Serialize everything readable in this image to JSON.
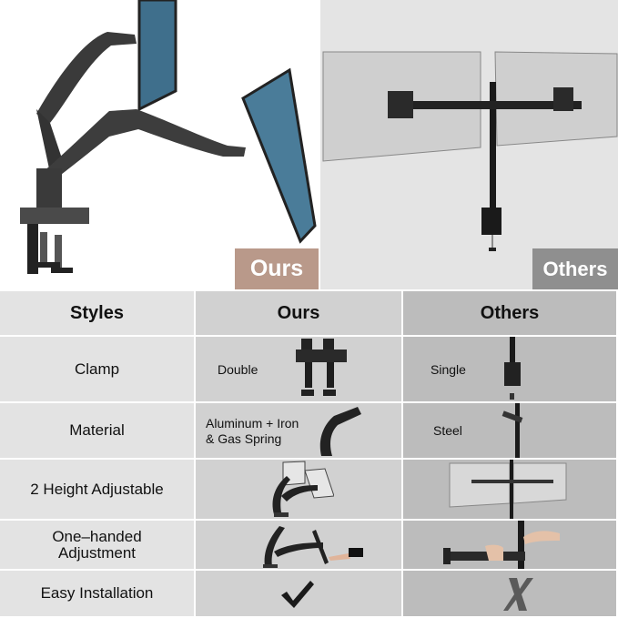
{
  "hero": {
    "ours_label": "Ours",
    "others_label": "Others",
    "ours_image": "dual-gas-spring-monitor-arm",
    "others_image": "dual-pole-monitor-mount"
  },
  "colors": {
    "ours_tag": "#b9998a",
    "others_tag": "#8f8f8f",
    "col_styles": "#e3e3e3",
    "col_ours": "#d1d1d1",
    "col_others": "#bcbcbc"
  },
  "table": {
    "headers": [
      "Styles",
      "Ours",
      "Others"
    ],
    "rows": [
      {
        "style": "Clamp",
        "ours": "Double",
        "others": "Single"
      },
      {
        "style": "Material",
        "ours_line1": "Aluminum + Iron",
        "ours_line2": "& Gas Spring",
        "others": "Steel"
      },
      {
        "style": "2 Height Adjustable",
        "ours": "",
        "others": ""
      },
      {
        "style_line1": "One–handed",
        "style_line2": "Adjustment",
        "ours": "",
        "others": ""
      },
      {
        "style": "Easy Installation",
        "ours_icon": "checkmark-icon",
        "others_icon": "x-mark-icon"
      }
    ]
  }
}
